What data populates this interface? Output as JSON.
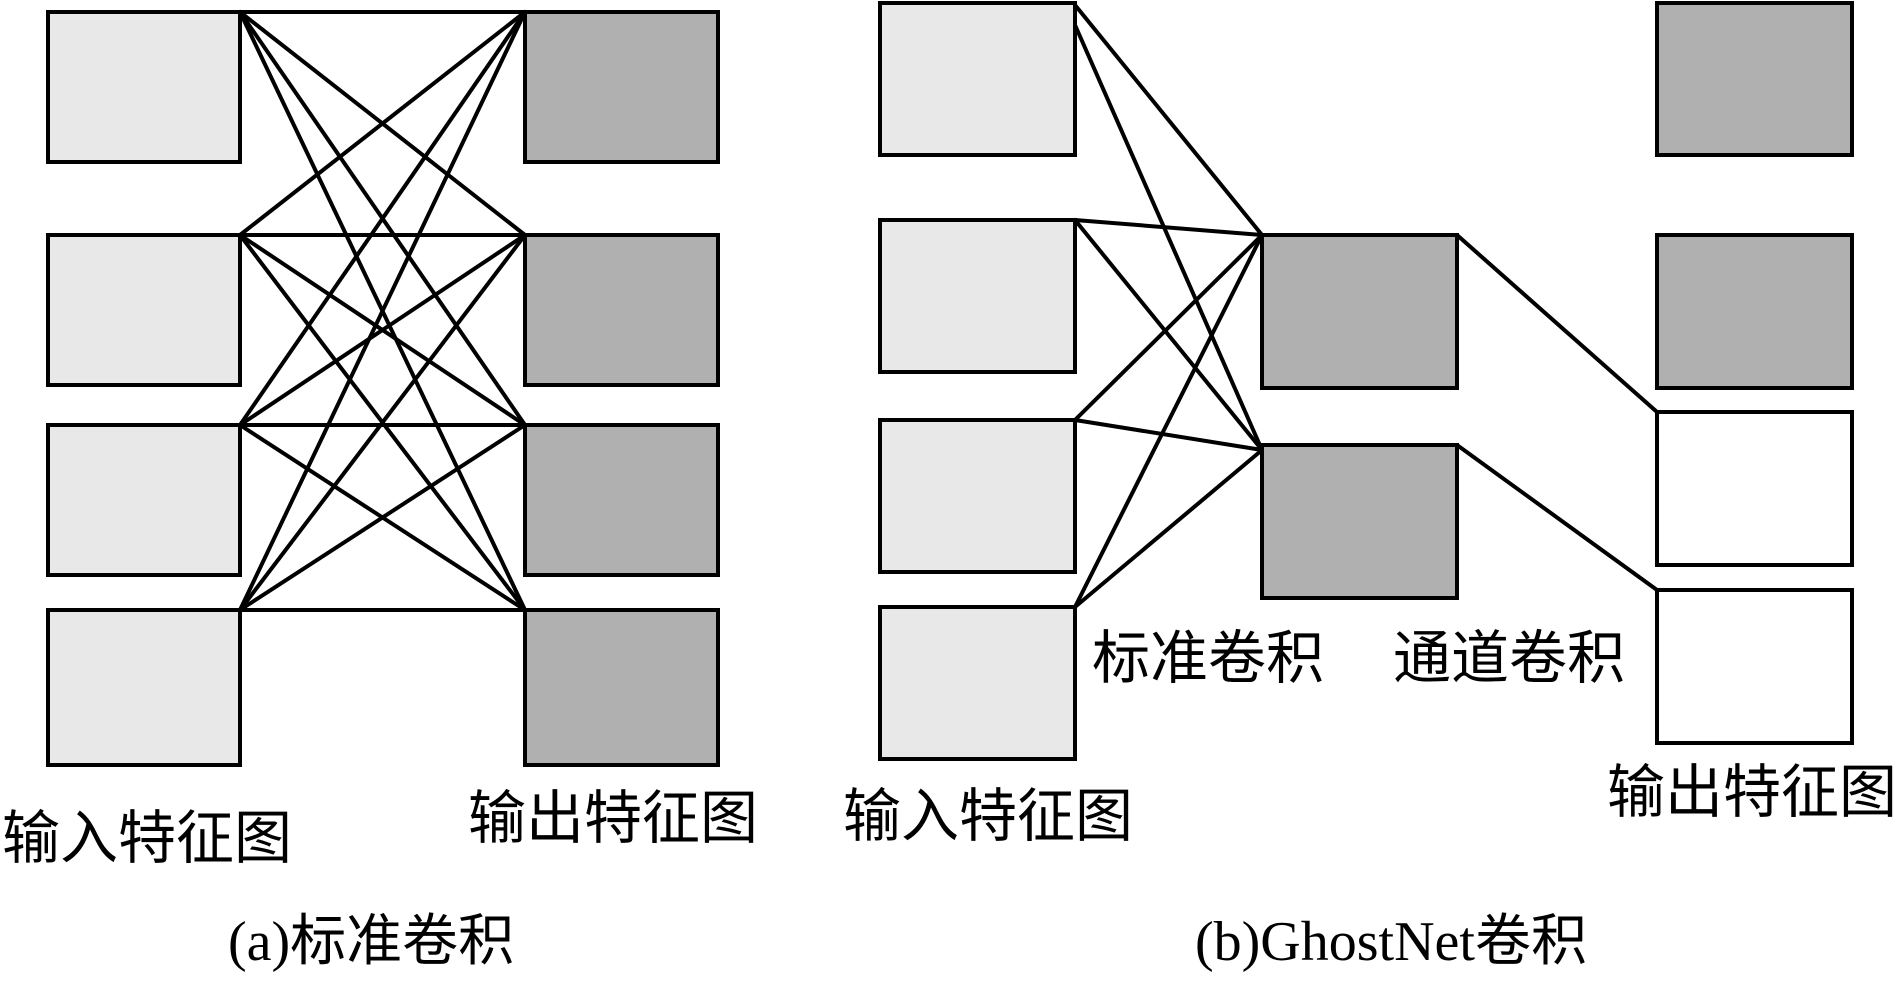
{
  "panel_a": {
    "input_label": "输入特征图",
    "output_label": "输出特征图",
    "caption": "(a)标准卷积"
  },
  "panel_b": {
    "input_label": "输入特征图",
    "std_conv_label": "标准卷积",
    "channel_conv_label": "通道卷积",
    "output_label": "输出特征图",
    "caption": "(b)GhostNet卷积"
  },
  "colors": {
    "input_fill": "#e8e8e8",
    "output_fill": "#b0b0b0",
    "ghost_fill": "#ffffff",
    "stroke": "#000000"
  }
}
